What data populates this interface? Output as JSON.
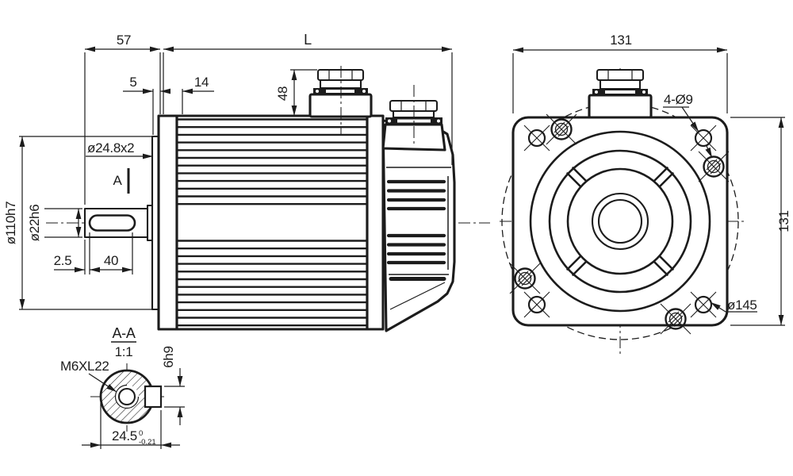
{
  "meta": {
    "background": "#ffffff",
    "line_color": "#1c1c1c"
  },
  "side_view": {
    "dim_shaft_length": "57",
    "dim_body_length": "L",
    "dim_pilot_depth": "5",
    "dim_front_step": "14",
    "dim_connector_height": "48",
    "dim_shaft_groove": "ø24.8x2",
    "section_mark": "A",
    "dim_pilot_dia": "ø110h7",
    "dim_shaft_dia": "ø22h6",
    "dim_key_offset": "2.5",
    "dim_key_length": "40"
  },
  "front_view": {
    "dim_flange_width": "131",
    "dim_flange_height": "131",
    "dim_mount_holes": "4-Ø9",
    "dim_bolt_circle": "ø145"
  },
  "section_view": {
    "title": "A-A",
    "scale": "1:1",
    "thread_callout": "M6XL22",
    "dim_key_width": "6h9",
    "dim_key_flat": "24.5",
    "tol_upper": "0",
    "tol_lower": "-0.21"
  }
}
